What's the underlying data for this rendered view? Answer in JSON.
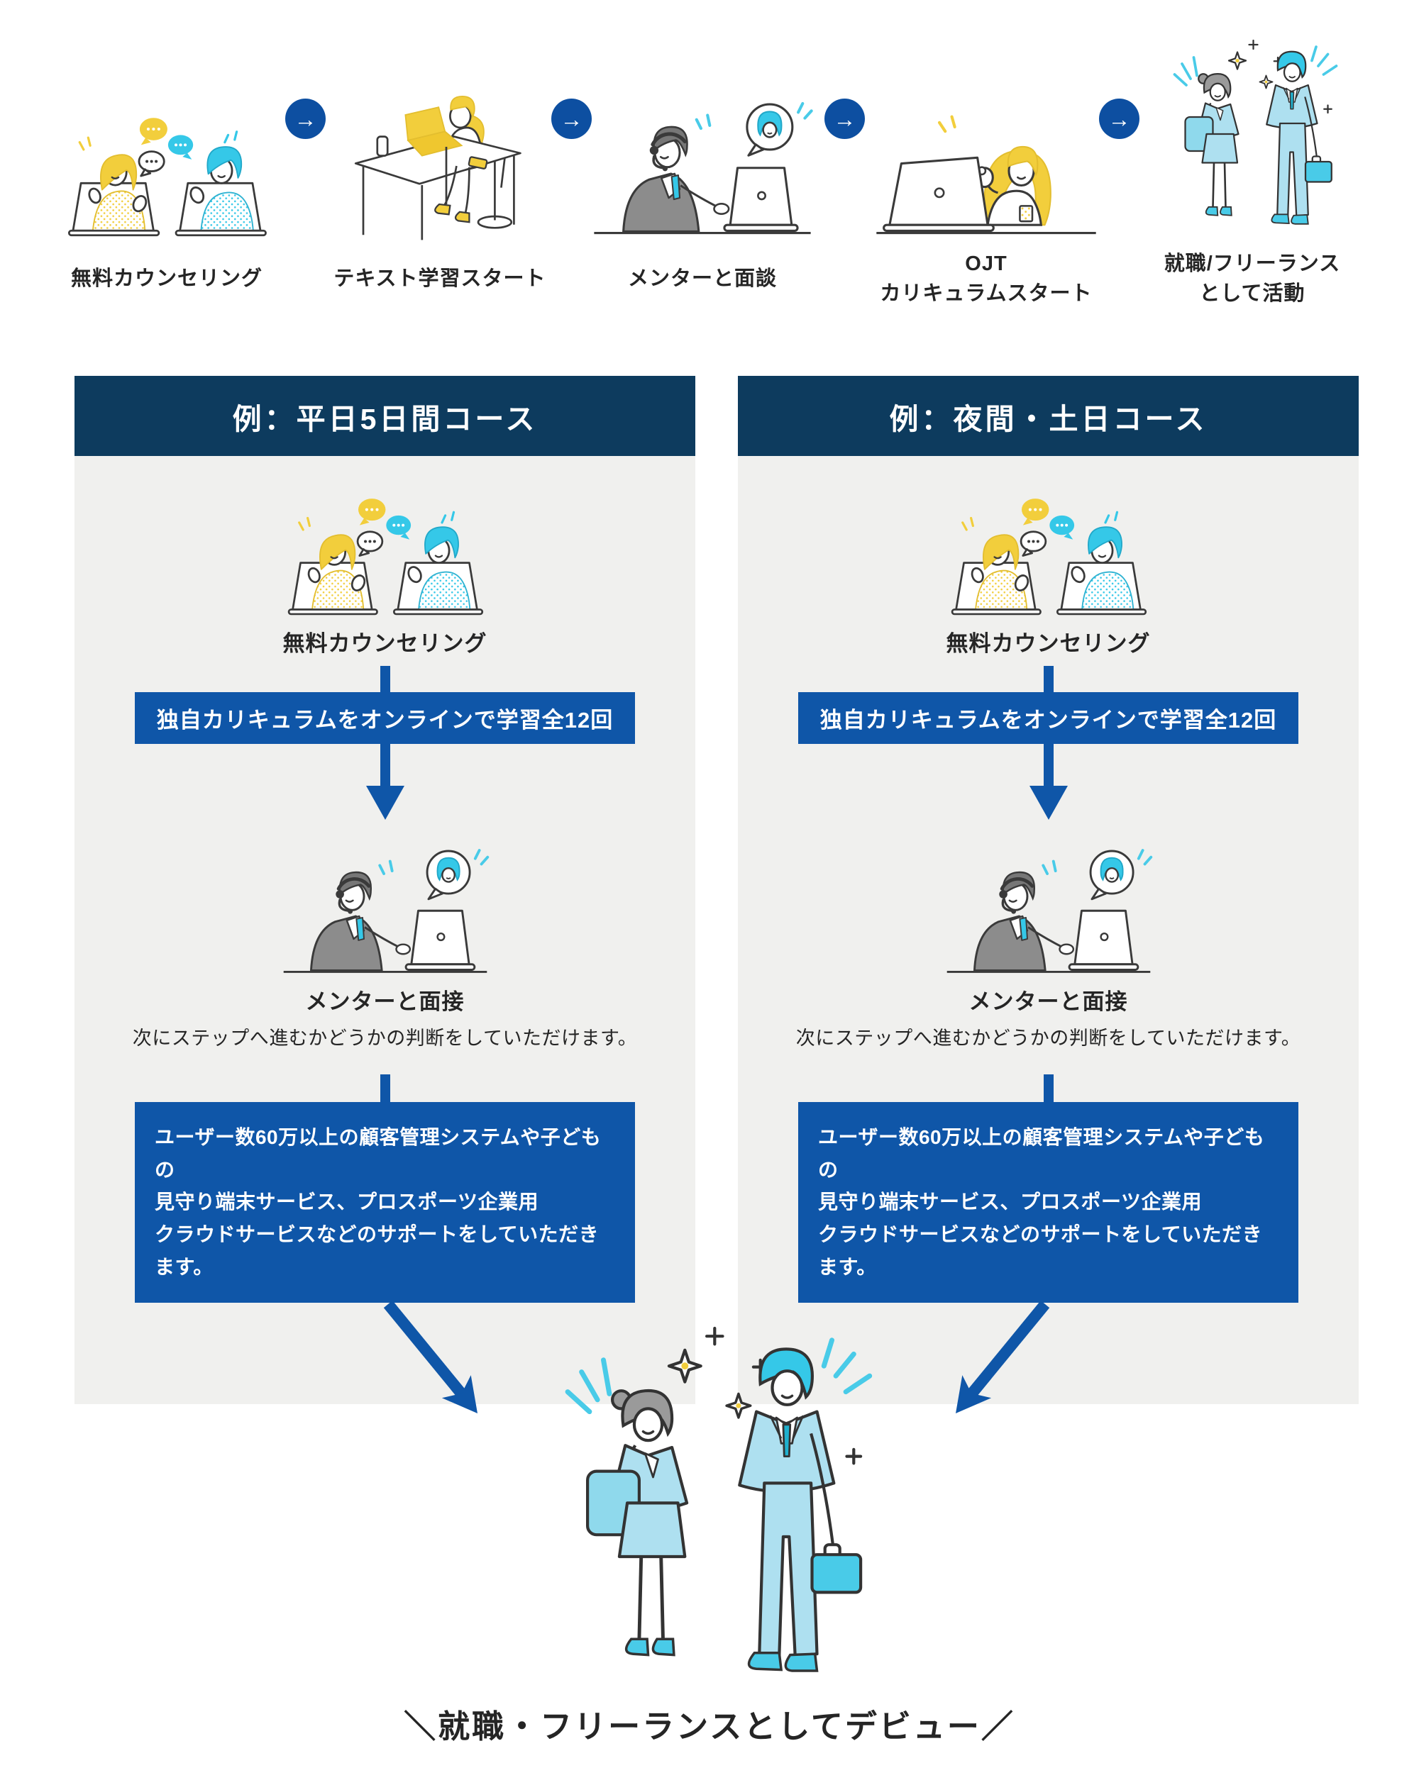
{
  "colors": {
    "header_navy": "#0D3B5E",
    "accent_blue": "#0F56A8",
    "flow_circle_blue": "#0D4FA1",
    "panel_gray": "#F0F0EE",
    "yellow": "#F2CE3C",
    "cyan": "#35C8E8"
  },
  "top_flow": {
    "arrow_glyph": "→",
    "steps": [
      {
        "label": "無料カウンセリング",
        "icon": "video-counseling-icon"
      },
      {
        "label": "テキスト学習スタート",
        "icon": "desk-study-icon"
      },
      {
        "label": "メンターと面談",
        "icon": "mentor-call-icon"
      },
      {
        "label": "OJT\nカリキュラムスタート",
        "icon": "ojt-start-icon"
      },
      {
        "label": "就職/フリーランス\nとして活動",
        "icon": "business-people-icon"
      }
    ]
  },
  "courses": [
    {
      "header": "例：平日5日間コース",
      "counseling_label": "無料カウンセリング",
      "curriculum_banner": "独自カリキュラムをオンラインで学習全12回",
      "mentor_label": "メンターと面接",
      "mentor_desc": "次にステップへ進むかどうかの判断をしていただけます。",
      "support_text": "ユーザー数60万以上の顧客管理システムや子どもの\n見守り端末サービス、プロスポーツ企業用\nクラウドサービスなどのサポートをしていただきます。"
    },
    {
      "header": "例：夜間・土日コース",
      "counseling_label": "無料カウンセリング",
      "curriculum_banner": "独自カリキュラムをオンラインで学習全12回",
      "mentor_label": "メンターと面接",
      "mentor_desc": "次にステップへ進むかどうかの判断をしていただけます。",
      "support_text": "ユーザー数60万以上の顧客管理システムや子どもの\n見守り端末サービス、プロスポーツ企業用\nクラウドサービスなどのサポートをしていただきます。"
    }
  ],
  "footer": {
    "debut_text": "＼就職・フリーランスとしてデビュー／"
  }
}
